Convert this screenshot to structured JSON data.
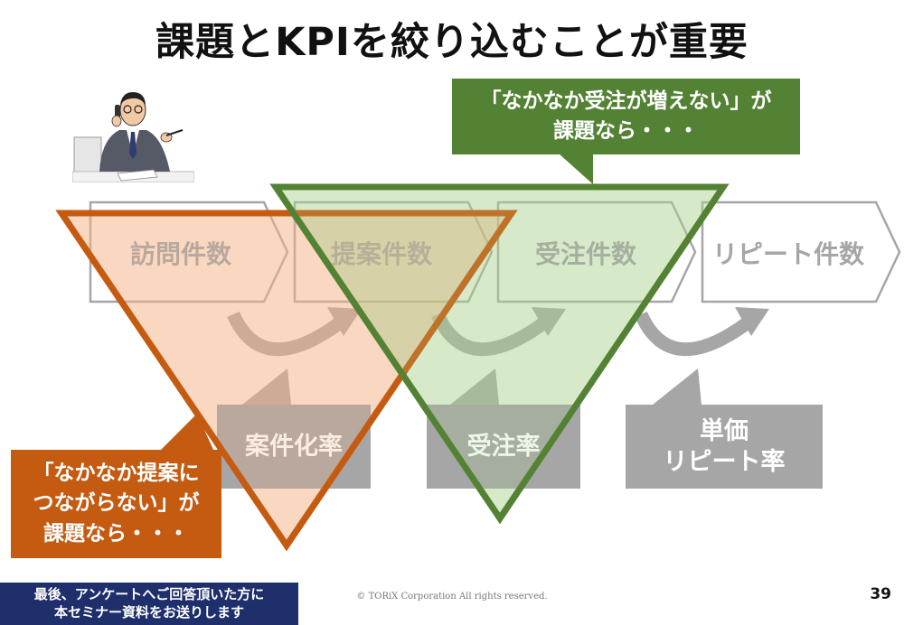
{
  "title": "課題とKPIを絞り込むことが重要",
  "funnel_steps": [
    {
      "label": "訪問件数"
    },
    {
      "label": "提案件数"
    },
    {
      "label": "受注件数"
    },
    {
      "label": "リピート件数"
    }
  ],
  "conversion_rates": [
    {
      "lines": [
        "案件化率"
      ]
    },
    {
      "lines": [
        "受注率"
      ]
    },
    {
      "lines": [
        "単価",
        "リピート率"
      ]
    }
  ],
  "callouts": {
    "orange": {
      "lines": [
        "「なかなか提案に",
        "つながらない」が",
        "課題なら・・・"
      ],
      "color": "#c55a11"
    },
    "green": {
      "lines": [
        "「なかなか受注が増えない」が",
        "課題なら・・・"
      ],
      "color": "#548235"
    }
  },
  "footer": {
    "badge_lines": [
      "最後、アンケートへご回答頂いた方に",
      "本セミナー資料をお送りします"
    ],
    "copyright": "© TORiX Corporation All rights reserved.",
    "page_number": "39"
  },
  "icons": {
    "person": "businessman-on-phone-icon",
    "arrow": "curved-arrow-icon"
  }
}
